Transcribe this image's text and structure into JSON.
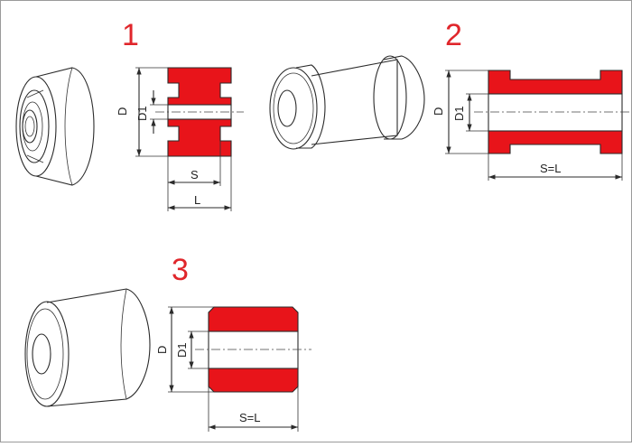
{
  "colors": {
    "part_fill": "#e8141a",
    "label_color": "#e0262b",
    "line": "#2b2b2b"
  },
  "variants": [
    {
      "number": "1",
      "dims": {
        "D": "D",
        "D1": "D1",
        "S": "S",
        "L": "L"
      }
    },
    {
      "number": "2",
      "dims": {
        "D": "D",
        "D1": "D1",
        "SL": "S=L"
      }
    },
    {
      "number": "3",
      "dims": {
        "D": "D",
        "D1": "D1",
        "SL": "S=L"
      }
    }
  ]
}
